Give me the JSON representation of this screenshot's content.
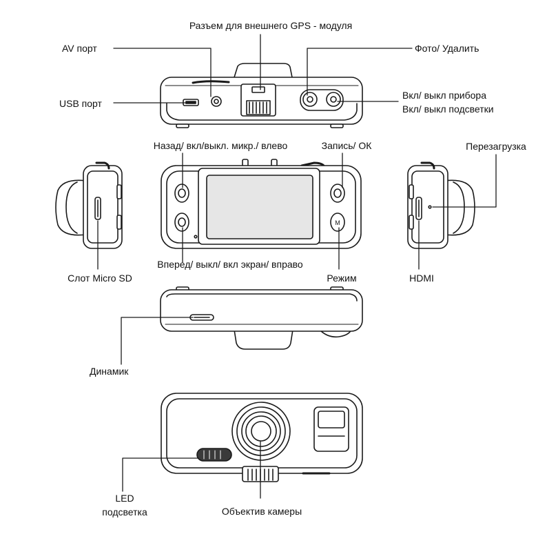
{
  "labels": {
    "gps_port": "Разъем для внешнего GPS - модуля",
    "av_port": "AV  порт",
    "photo_delete": "Фото/ Удалить",
    "usb_port": "USB порт",
    "power_line1": "Вкл/ выкл прибора",
    "power_line2": "Вкл/ выкл подсветки",
    "back_button": "Назад/ вкл/выкл. микр./ влево",
    "record_ok": "Запись/ ОК",
    "reboot": "Перезагрузка",
    "forward_button": "Вперед/ выкл/ вкл экран/ вправо",
    "mode": "Режим",
    "microsd_slot": "Слот Micro SD",
    "hdmi": "HDMI",
    "speaker": "Динамик",
    "led_line1": "LED",
    "led_line2": "подсветка",
    "camera_lens": "Объектив камеры"
  },
  "colors": {
    "line": "#1a1a1a",
    "body_fill": "#ffffff",
    "screen_fill": "#e6e6e6",
    "dark_part": "#3a3a3a"
  }
}
